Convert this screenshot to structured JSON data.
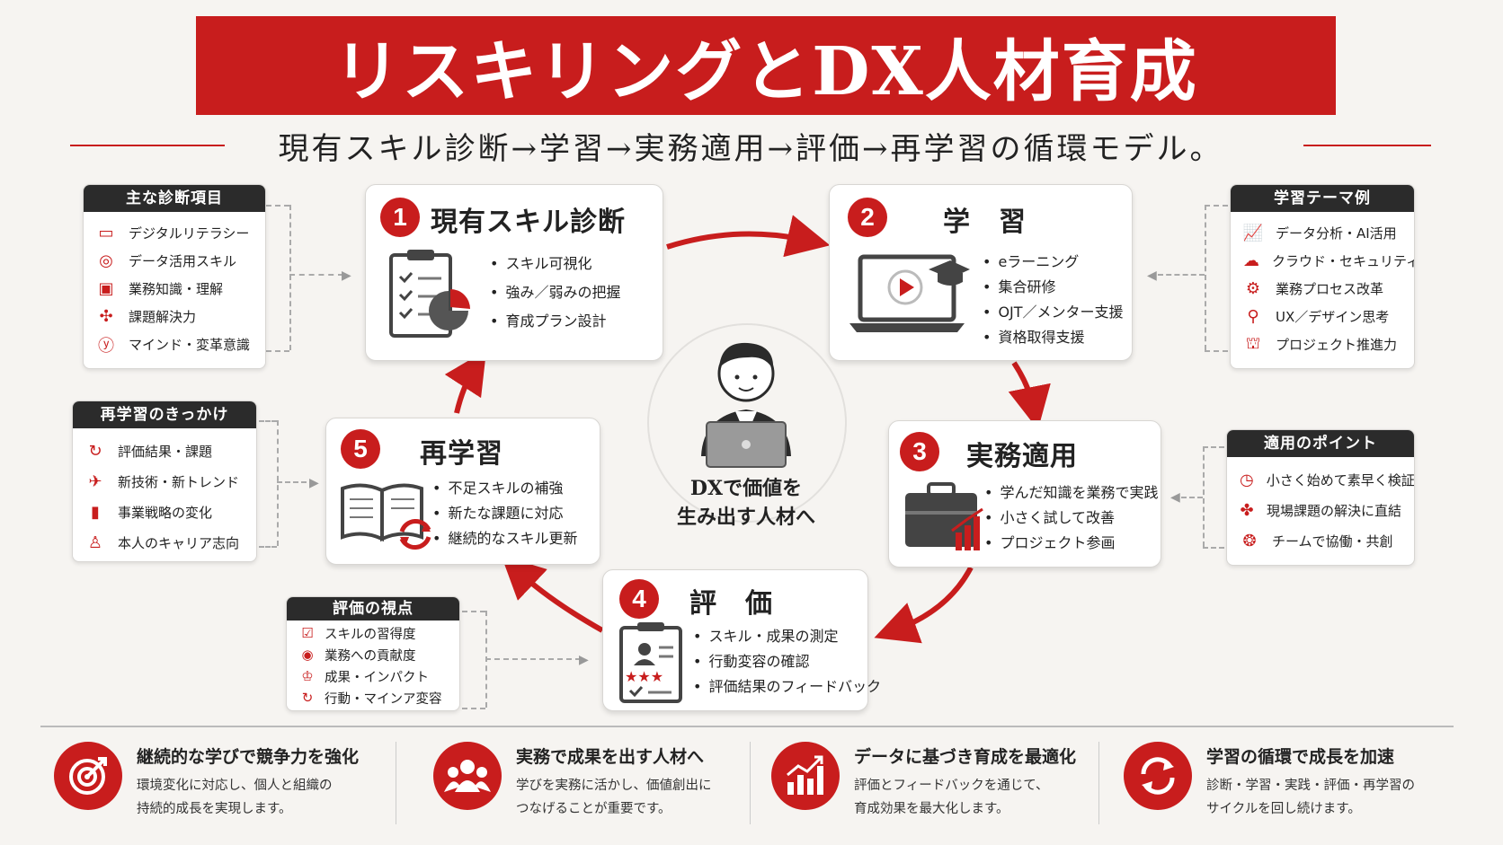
{
  "title": "リスキリングとDX人材育成",
  "subtitle": "現有スキル診断→学習→実務適用→評価→再学習の循環モデル。",
  "colors": {
    "accent": "#c81d1d",
    "dark": "#2b2b2b",
    "background": "#f6f4f1"
  },
  "center": {
    "line1": "DXで価値を",
    "line2": "生み出す人材へ"
  },
  "stages": [
    {
      "num": "1",
      "title": "現有スキル診断",
      "icon": "clipboard-chart-icon",
      "bullets": [
        "スキル可視化",
        "強み／弱みの把握",
        "育成プラン設計"
      ]
    },
    {
      "num": "2",
      "title": "学　習",
      "icon": "laptop-graduation-icon",
      "bullets": [
        "eラーニング",
        "集合研修",
        "OJT／メンター支援",
        "資格取得支援"
      ]
    },
    {
      "num": "3",
      "title": "実務適用",
      "icon": "briefcase-chart-icon",
      "bullets": [
        "学んだ知識を業務で実践",
        "小さく試して改善",
        "プロジェクト参画"
      ]
    },
    {
      "num": "4",
      "title": "評　価",
      "icon": "profile-rating-icon",
      "bullets": [
        "スキル・成果の測定",
        "行動変容の確認",
        "評価結果のフィードバック"
      ]
    },
    {
      "num": "5",
      "title": "再学習",
      "icon": "book-refresh-icon",
      "bullets": [
        "不足スキルの補強",
        "新たな課題に対応",
        "継続的なスキル更新"
      ]
    }
  ],
  "panels": {
    "diagnosis": {
      "title": "主な診断項目",
      "items": [
        {
          "icon": "monitor-icon",
          "label": "デジタルリテラシー"
        },
        {
          "icon": "target-icon",
          "label": "データ活用スキル"
        },
        {
          "icon": "briefcase-icon",
          "label": "業務知識・理解"
        },
        {
          "icon": "puzzle-icon",
          "label": "課題解決力"
        },
        {
          "icon": "mind-icon",
          "label": "マインド・変革意識"
        }
      ]
    },
    "learning": {
      "title": "学習テーマ例",
      "items": [
        {
          "icon": "line-chart-icon",
          "label": "データ分析・AI活用"
        },
        {
          "icon": "cloud-lock-icon",
          "label": "クラウド・セキュリティ"
        },
        {
          "icon": "gear-icon",
          "label": "業務プロセス改革"
        },
        {
          "icon": "pin-icon",
          "label": "UX／デザイン思考"
        },
        {
          "icon": "project-icon",
          "label": "プロジェクト推進力"
        }
      ]
    },
    "application": {
      "title": "適用のポイント",
      "items": [
        {
          "icon": "clock-icon",
          "label": "小さく始めて素早く検証"
        },
        {
          "icon": "handshake-icon",
          "label": "現場課題の解決に直結"
        },
        {
          "icon": "team-icon",
          "label": "チームで協働・共創"
        }
      ]
    },
    "evaluation": {
      "title": "評価の視点",
      "items": [
        {
          "icon": "check-chart-icon",
          "label": "スキルの習得度"
        },
        {
          "icon": "medal-icon",
          "label": "業務への貢献度"
        },
        {
          "icon": "trophy-icon",
          "label": "成果・インパクト"
        },
        {
          "icon": "refresh-person-icon",
          "label": "行動・マインア変容"
        }
      ]
    },
    "relearning": {
      "title": "再学習のきっかけ",
      "items": [
        {
          "icon": "cycle-icon",
          "label": "評価結果・課題"
        },
        {
          "icon": "rocket-icon",
          "label": "新技術・新トレンド"
        },
        {
          "icon": "bar-chart-icon",
          "label": "事業戦略の変化"
        },
        {
          "icon": "person-icon",
          "label": "本人のキャリア志向"
        }
      ]
    }
  },
  "bottom": [
    {
      "icon": "target-arrow-icon",
      "title": "継続的な学びで競争力を強化",
      "line1": "環境変化に対応し、個人と組織の",
      "line2": "持続的成長を実現します。"
    },
    {
      "icon": "people-icon",
      "title": "実務で成果を出す人材へ",
      "line1": "学びを実務に活かし、価値創出に",
      "line2": "つなげることが重要です。"
    },
    {
      "icon": "growth-chart-icon",
      "title": "データに基づき育成を最適化",
      "line1": "評価とフィードバックを通じて、",
      "line2": "育成効果を最大化します。"
    },
    {
      "icon": "cycle-arrows-icon",
      "title": "学習の循環で成長を加速",
      "line1": "診断・学習・実践・評価・再学習の",
      "line2": "サイクルを回し続けます。"
    }
  ]
}
